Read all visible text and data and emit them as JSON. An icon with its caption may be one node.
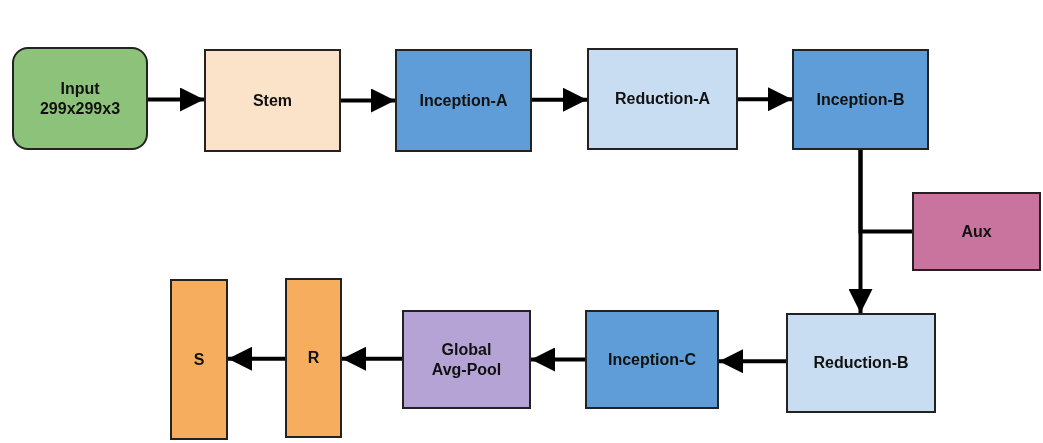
{
  "diagram": {
    "nodes": [
      {
        "text": [
          "Input 299x299x3"
        ]
      },
      {
        "text": [
          "Stem"
        ]
      },
      {
        "text": [
          "Inception-A"
        ]
      },
      {
        "text": [
          "Reduction-A"
        ]
      },
      {
        "text": [
          "Inception-B"
        ]
      },
      {
        "text": [
          "Aux"
        ]
      },
      {
        "text": [
          "Reduction-B"
        ]
      },
      {
        "text": [
          "Inception-C"
        ]
      },
      {
        "text": [
          "Global Avg-Pool"
        ]
      },
      {
        "text": [
          "R"
        ]
      },
      {
        "text": [
          "S"
        ]
      }
    ],
    "edges": [
      {
        "from": 0,
        "to": 1,
        "arrow": "to"
      },
      {
        "from": 1,
        "to": 2,
        "arrow": "to"
      },
      {
        "from": 2,
        "to": 3,
        "arrow": "to"
      },
      {
        "from": 3,
        "to": 4,
        "arrow": "to"
      },
      {
        "from": 4,
        "to": 6,
        "arrow": "to"
      },
      {
        "from": 4,
        "to": 5,
        "arrow": "none"
      },
      {
        "from": 6,
        "to": 7,
        "arrow": "to"
      },
      {
        "from": 7,
        "to": 8,
        "arrow": "to"
      },
      {
        "from": 8,
        "to": 9,
        "arrow": "to"
      },
      {
        "from": 9,
        "to": 10,
        "arrow": "to"
      }
    ]
  }
}
